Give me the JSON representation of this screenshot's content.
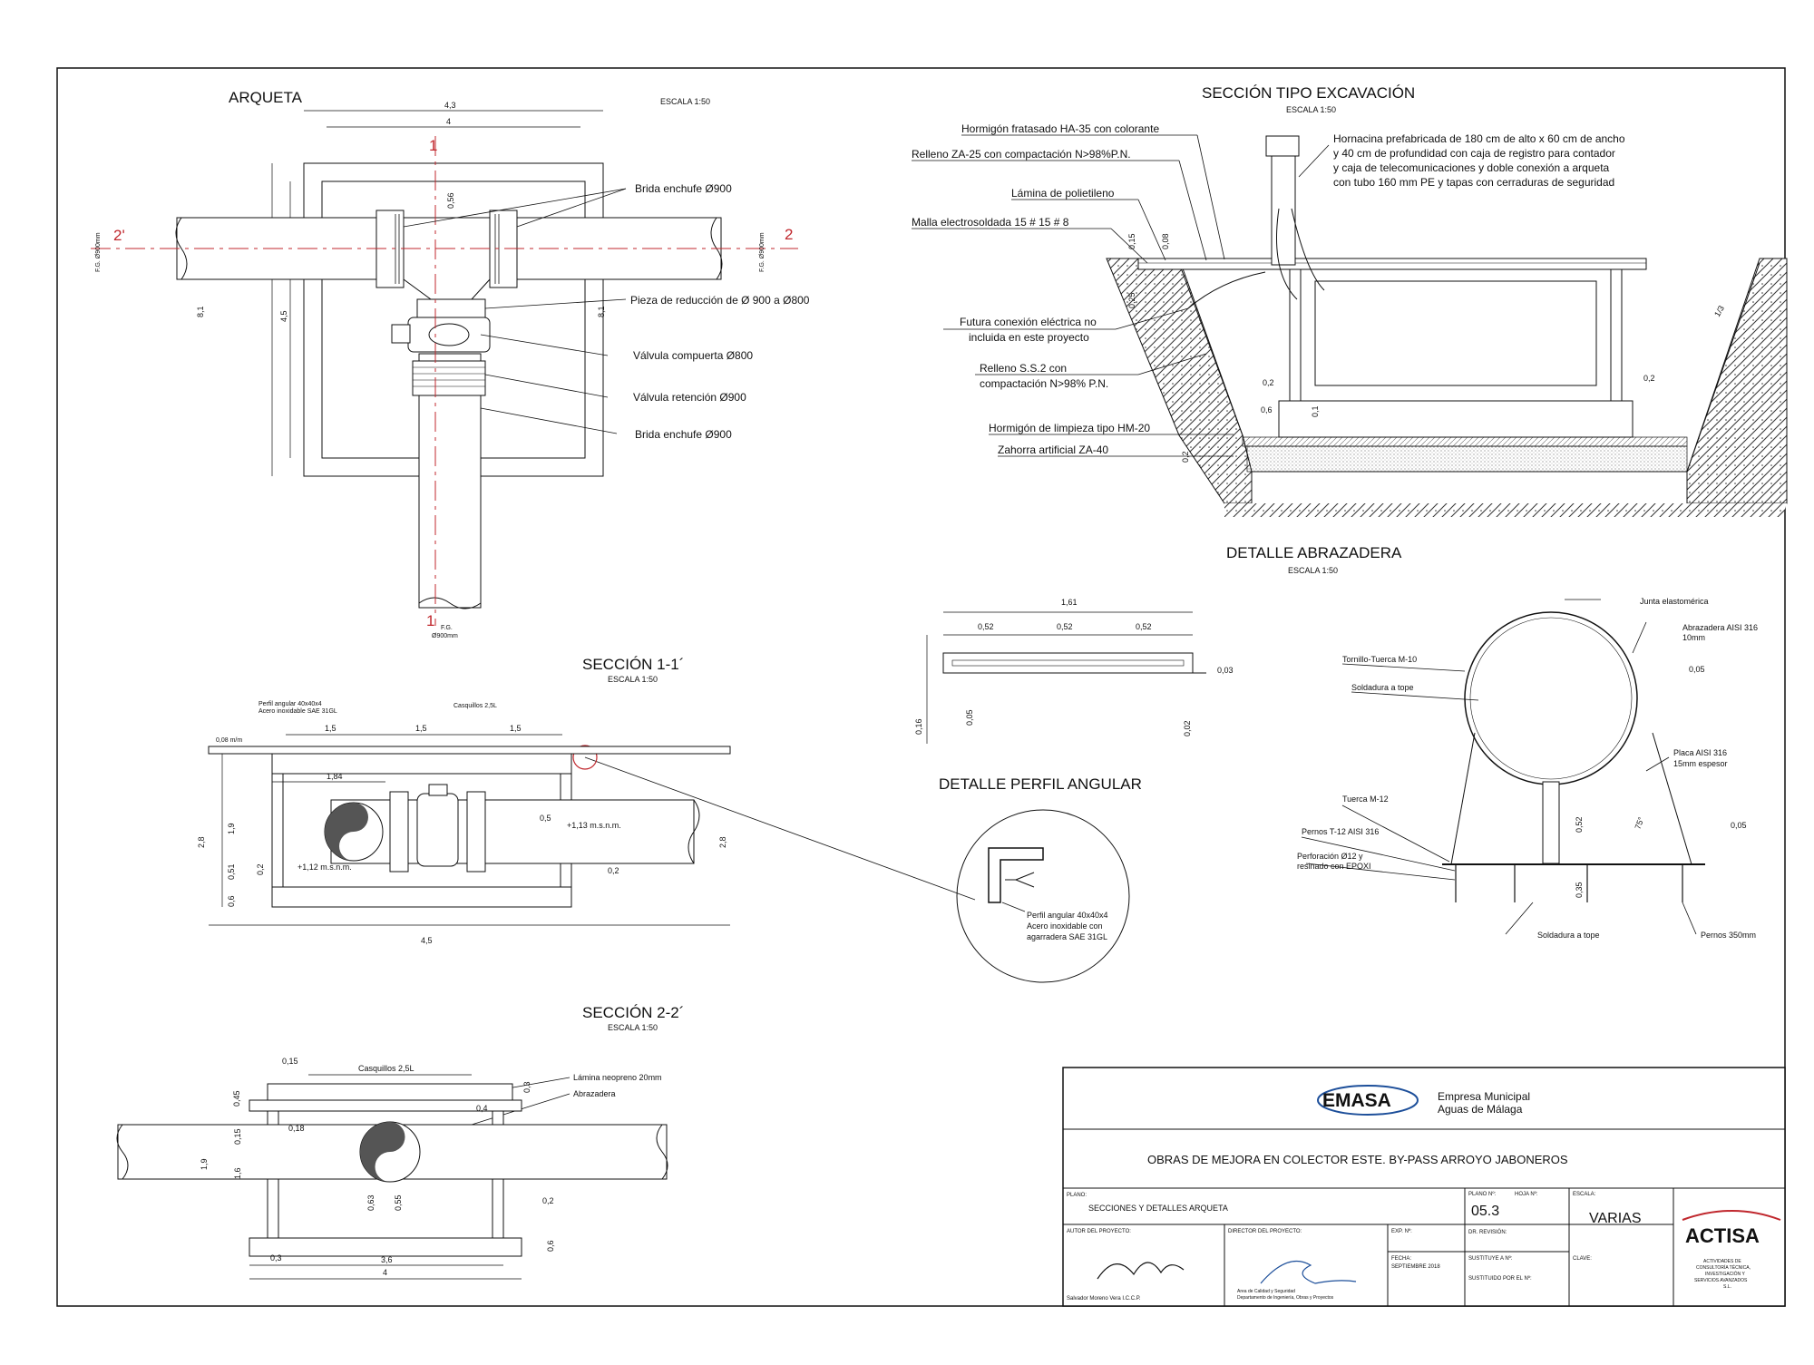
{
  "arqueta": {
    "title": "ARQUETA",
    "scale": "ESCALA 1:50",
    "dims": {
      "d43": "4,3",
      "d4": "4",
      "d56": "0,56",
      "d81a": "8,1",
      "d45": "4,5",
      "d81b": "8,1"
    },
    "pipe_labels": {
      "left": "F.G. Ø900mm",
      "right": "F.G. Ø900mm",
      "bottom_a": "F.G.",
      "bottom_b": "Ø900mm"
    },
    "section_marks": {
      "m1_top": "1",
      "m1_bot": "1",
      "m2_left": "2'",
      "m2_right": "2"
    },
    "callouts": [
      "Brida enchufe Ø900",
      "Pieza de reducción de Ø 900 a Ø800",
      "Válvula compuerta Ø800",
      "Válvula retención Ø900",
      "Brida enchufe Ø900"
    ]
  },
  "seccion_tipo": {
    "title": "SECCIÓN TIPO EXCAVACIÓN",
    "scale": "ESCALA 1:50",
    "left_labels": [
      "Hormigón fratasado HA-35 con colorante",
      "Relleno ZA-25 con compactación N>98%P.N.",
      "Lámina de polietileno",
      "Malla electrosoldada 15 # 15 # 8",
      "Futura conexión eléctrica no",
      "incluida en este proyecto",
      "Relleno S.S.2 con",
      "compactación N>98% P.N.",
      "Hormigón de limpieza tipo HM-20",
      "Zahorra artificial ZA-40"
    ],
    "right_text": [
      "Hornacina prefabricada de 180 cm de alto x 60 cm de ancho",
      "y 40 cm de profundidad con caja de registro para contador",
      "y caja de telecomunicaciones y doble conexión a arqueta",
      "con tubo 160 mm PE y tapas con cerraduras de seguridad"
    ],
    "dims": {
      "d015": "0,15",
      "d008": "0,08",
      "d025": "0,25",
      "d02a": "0,2",
      "d06": "0,6",
      "d01": "0,1",
      "d02b": "0,2",
      "d02c": "0,2",
      "dslope": "1/3"
    }
  },
  "abrazadera": {
    "title": "DETALLE ABRAZADERA",
    "scale": "ESCALA 1:50",
    "dims": {
      "d161": "1,61",
      "d052a": "0,52",
      "d052b": "0,52",
      "d052c": "0,52",
      "d003": "0,03",
      "d016": "0,16",
      "d005a": "0,05",
      "d002": "0,02",
      "d005b": "0,05",
      "d052d": "0,52",
      "d035": "0,35",
      "d005c": "0,05",
      "ang": "75°"
    },
    "labels": {
      "junta": "Junta elastomérica",
      "abraz_a": "Abrazadera AISI 316",
      "abraz_b": "10mm",
      "tornillo": "Tornillo-Tuerca M-10",
      "soldadura1": "Soldadura a tope",
      "placa_a": "Placa AISI 316",
      "placa_b": "15mm espesor",
      "tuerca": "Tuerca M-12",
      "pernos": "Pernos T-12 AISI 316",
      "perf_a": "Perforación Ø12 y",
      "perf_b": "resinado con EPOXI",
      "soldadura2": "Soldadura a tope",
      "pernos350": "Pernos 350mm"
    }
  },
  "perfil": {
    "title": "DETALLE PERFIL ANGULAR",
    "text": [
      "Perfil angular 40x40x4",
      "Acero inoxidable con",
      "agarradera SAE 31GL"
    ]
  },
  "seccion11": {
    "title": "SECCIÓN 1-1´",
    "scale": "ESCALA 1:50",
    "top_labels": [
      "Perfil angular 40x40x4",
      "Acero inoxidable SAE 31GL",
      "Casquillos 2,5L",
      "0,08 m/m"
    ],
    "dims": {
      "d15a": "1,5",
      "d15b": "1,5",
      "d15c": "1,5",
      "d184": "1,84",
      "d28a": "2,8",
      "d19": "1,9",
      "d051": "0,51",
      "d06": "0,6",
      "d02a": "0,2",
      "d05": "0,5",
      "d02b": "0,2",
      "d45": "4,5",
      "d28b": "2,8",
      "lvl1": "+1,13 m.s.n.m.",
      "lvl2": "+1,12 m.s.n.m."
    }
  },
  "seccion22": {
    "title": "SECCIÓN 2-2´",
    "scale": "ESCALA 1:50",
    "labels": {
      "casquillos": "Casquillos 2,5L",
      "lamina": "Lámina neopreno 20mm",
      "abrazadera": "Abrazadera"
    },
    "dims": {
      "d015": "0,15",
      "d045": "0,45",
      "d03a": "0,3",
      "d04": "0,4",
      "d018": "0,18",
      "d19": "1,9",
      "d015b": "0,15",
      "d16": "1,6",
      "d063": "0,63",
      "d055": "0,55",
      "d02": "0,2",
      "d36": "3,6",
      "d06": "0,6",
      "d4": "4",
      "d03b": "0,3"
    }
  },
  "cartouche": {
    "logo": "EMASA",
    "company_a": "Empresa Municipal",
    "company_b": "Aguas de Málaga",
    "project": "OBRAS DE MEJORA EN COLECTOR ESTE. BY-PASS ARROYO JABONEROS",
    "plano_label": "PLANO:",
    "plano": "SECCIONES Y DETALLES ARQUETA",
    "plano_n_label": "PLANO Nº:",
    "hoja_label": "HOJA Nº:",
    "plano_n": "05.3",
    "escala_label": "ESCALA:",
    "escala": "VARIAS",
    "autor_label": "AUTOR DEL PROYECTO:",
    "director_label": "DIRECTOR DEL PROYECTO:",
    "exp_label": "EXP. Nº:",
    "fecha_label": "FECHA:",
    "fecha": "SEPTIEMBRE 2018",
    "sustituye_label": "SUSTITUYE A Nº:",
    "sustituido_label": "SUSTITUIDO POR EL Nº:",
    "clave_label": "CLAVE:",
    "dr_label": "DR. REVISIÓN:",
    "autor": "Salvador Moreno Vera I.C.C.P.",
    "director_a": "Area de Calidad y Seguridad",
    "director_b": "Departamento de Ingeniería, Obras y Proyectos",
    "actisa": "ACTISA",
    "actisa_sub": [
      "ACTIVIDADES DE",
      "CONSULTORÍA TÉCNICA,",
      "INVESTIGACIÓN Y",
      "SERVICIOS AVANZADOS",
      "S.L."
    ]
  },
  "colors": {
    "line": "#111111",
    "axis": "#c0272d",
    "emasa": "#1d4f9a",
    "actisa": "#c0272d"
  }
}
